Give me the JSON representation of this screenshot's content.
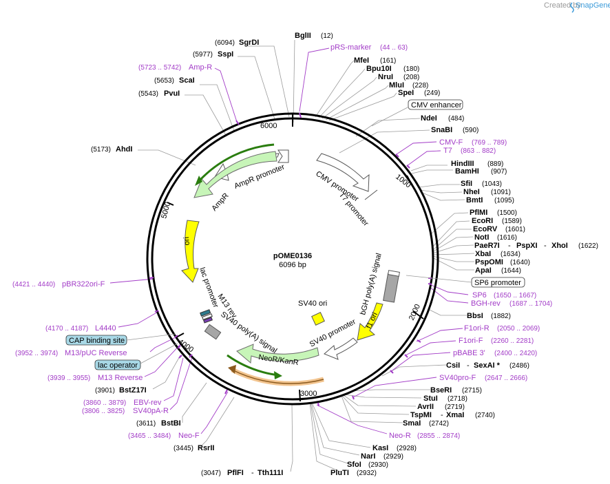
{
  "watermark": "Created by",
  "brand": "SnapGene",
  "plasmid": {
    "name": "pOME0136",
    "size": "6096 bp"
  },
  "ring_ticks": [
    "1000",
    "2000",
    "3000",
    "4000",
    "5000",
    "6000"
  ],
  "features": {
    "ampr_promoter": "AmpR promoter",
    "ampr": "AmpR",
    "cmv_promoter": "CMV promoter",
    "t7_promoter": "T7 promoter",
    "ori": "ori",
    "lac_promoter": "lac promoter",
    "m13_rev": "M13 rev",
    "sv40_polya": "SV40 poly(A) signal",
    "sv40_ori": "SV40 ori",
    "bgh": "bGH poly(A) signal",
    "f1_ori": "f1 ori",
    "sv40_promoter": "SV40 promoter",
    "neokanr": "NeoR/KanR"
  },
  "boxed_labels": {
    "cmv_enhancer": "CMV enhancer",
    "sp6_promoter": "SP6 promoter",
    "cap_binding": "CAP binding site",
    "lac_operator": "lac operator"
  },
  "enzymes": [
    {
      "name": "BglII",
      "pos": "(12)"
    },
    {
      "name": "SgrDI",
      "pos": "(6094)"
    },
    {
      "name": "SspI",
      "pos": "(5977)"
    },
    {
      "name": "ScaI",
      "pos": "(5653)"
    },
    {
      "name": "PvuI",
      "pos": "(5543)"
    },
    {
      "name": "AhdI",
      "pos": "(5173)"
    },
    {
      "name": "MfeI",
      "pos": "(161)"
    },
    {
      "name": "Bpu10I",
      "pos": "(180)"
    },
    {
      "name": "NruI",
      "pos": "(208)"
    },
    {
      "name": "MluI",
      "pos": "(228)"
    },
    {
      "name": "SpeI",
      "pos": "(249)"
    },
    {
      "name": "NdeI",
      "pos": "(484)"
    },
    {
      "name": "SnaBI",
      "pos": "(590)"
    },
    {
      "name": "HindIII",
      "pos": "(889)"
    },
    {
      "name": "BamHI",
      "pos": "(907)"
    },
    {
      "name": "SfiI",
      "pos": "(1043)"
    },
    {
      "name": "NheI",
      "pos": "(1091)"
    },
    {
      "name": "BmtI",
      "pos": "(1095)"
    },
    {
      "name": "PflMI",
      "pos": "(1500)"
    },
    {
      "name": "EcoRI",
      "pos": "(1589)"
    },
    {
      "name": "EcoRV",
      "pos": "(1601)"
    },
    {
      "name": "NotI",
      "pos": "(1616)"
    },
    {
      "name": "PaeR7I",
      "pos": ""
    },
    {
      "name": "PspXI",
      "pos": ""
    },
    {
      "name": "XhoI",
      "pos": "(1622)"
    },
    {
      "name": "XbaI",
      "pos": "(1634)"
    },
    {
      "name": "PspOMI",
      "pos": "(1640)"
    },
    {
      "name": "ApaI",
      "pos": "(1644)"
    },
    {
      "name": "BbsI",
      "pos": "(1882)"
    },
    {
      "name": "CsiI",
      "pos": ""
    },
    {
      "name": "SexAI *",
      "pos": "(2486)"
    },
    {
      "name": "BseRI",
      "pos": "(2715)"
    },
    {
      "name": "StuI",
      "pos": "(2718)"
    },
    {
      "name": "AvrII",
      "pos": "(2719)"
    },
    {
      "name": "TspMI",
      "pos": ""
    },
    {
      "name": "XmaI",
      "pos": "(2740)"
    },
    {
      "name": "SmaI",
      "pos": "(2742)"
    },
    {
      "name": "KasI",
      "pos": "(2928)"
    },
    {
      "name": "NarI",
      "pos": "(2929)"
    },
    {
      "name": "SfoI",
      "pos": "(2930)"
    },
    {
      "name": "PluTI",
      "pos": "(2932)"
    },
    {
      "name": "PflFI",
      "pos": "(3047)"
    },
    {
      "name": "Tth111I",
      "pos": ""
    },
    {
      "name": "RsrII",
      "pos": "(3445)"
    },
    {
      "name": "BstBI",
      "pos": "(3611)"
    },
    {
      "name": "BstZ17I",
      "pos": "(3901)"
    }
  ],
  "primers": [
    {
      "name": "pRS-marker",
      "range": "(44 .. 63)"
    },
    {
      "name": "Amp-R",
      "range": "(5723 .. 5742)"
    },
    {
      "name": "CMV-F",
      "range": "(769 .. 789)"
    },
    {
      "name": "T7",
      "range": "(863 .. 882)"
    },
    {
      "name": "SP6",
      "range": "(1650 .. 1667)"
    },
    {
      "name": "BGH-rev",
      "range": "(1687 .. 1704)"
    },
    {
      "name": "F1ori-R",
      "range": "(2050 .. 2069)"
    },
    {
      "name": "F1ori-F",
      "range": "(2260 .. 2281)"
    },
    {
      "name": "pBABE 3'",
      "range": "(2400 .. 2420)"
    },
    {
      "name": "SV40pro-F",
      "range": "(2647 .. 2666)"
    },
    {
      "name": "Neo-R",
      "range": "(2855 .. 2874)"
    },
    {
      "name": "Neo-F",
      "range": "(3465 .. 3484)"
    },
    {
      "name": "SV40pA-R",
      "range": "(3806 .. 3825)"
    },
    {
      "name": "EBV-rev",
      "range": "(3860 .. 3879)"
    },
    {
      "name": "M13 Reverse",
      "range": "(3939 .. 3955)"
    },
    {
      "name": "M13/pUC Reverse",
      "range": "(3952 .. 3974)"
    },
    {
      "name": "L4440",
      "range": "(4170 .. 4187)"
    },
    {
      "name": "pBR322ori-F",
      "range": "(4421 .. 4440)"
    }
  ],
  "colors": {
    "primer": "#a23bc7",
    "ori": "#ffff00",
    "marker": "#c7f5b8",
    "promoter": "#ffffff",
    "polya": "#a6a6a6",
    "box": "#a8d8e6"
  }
}
